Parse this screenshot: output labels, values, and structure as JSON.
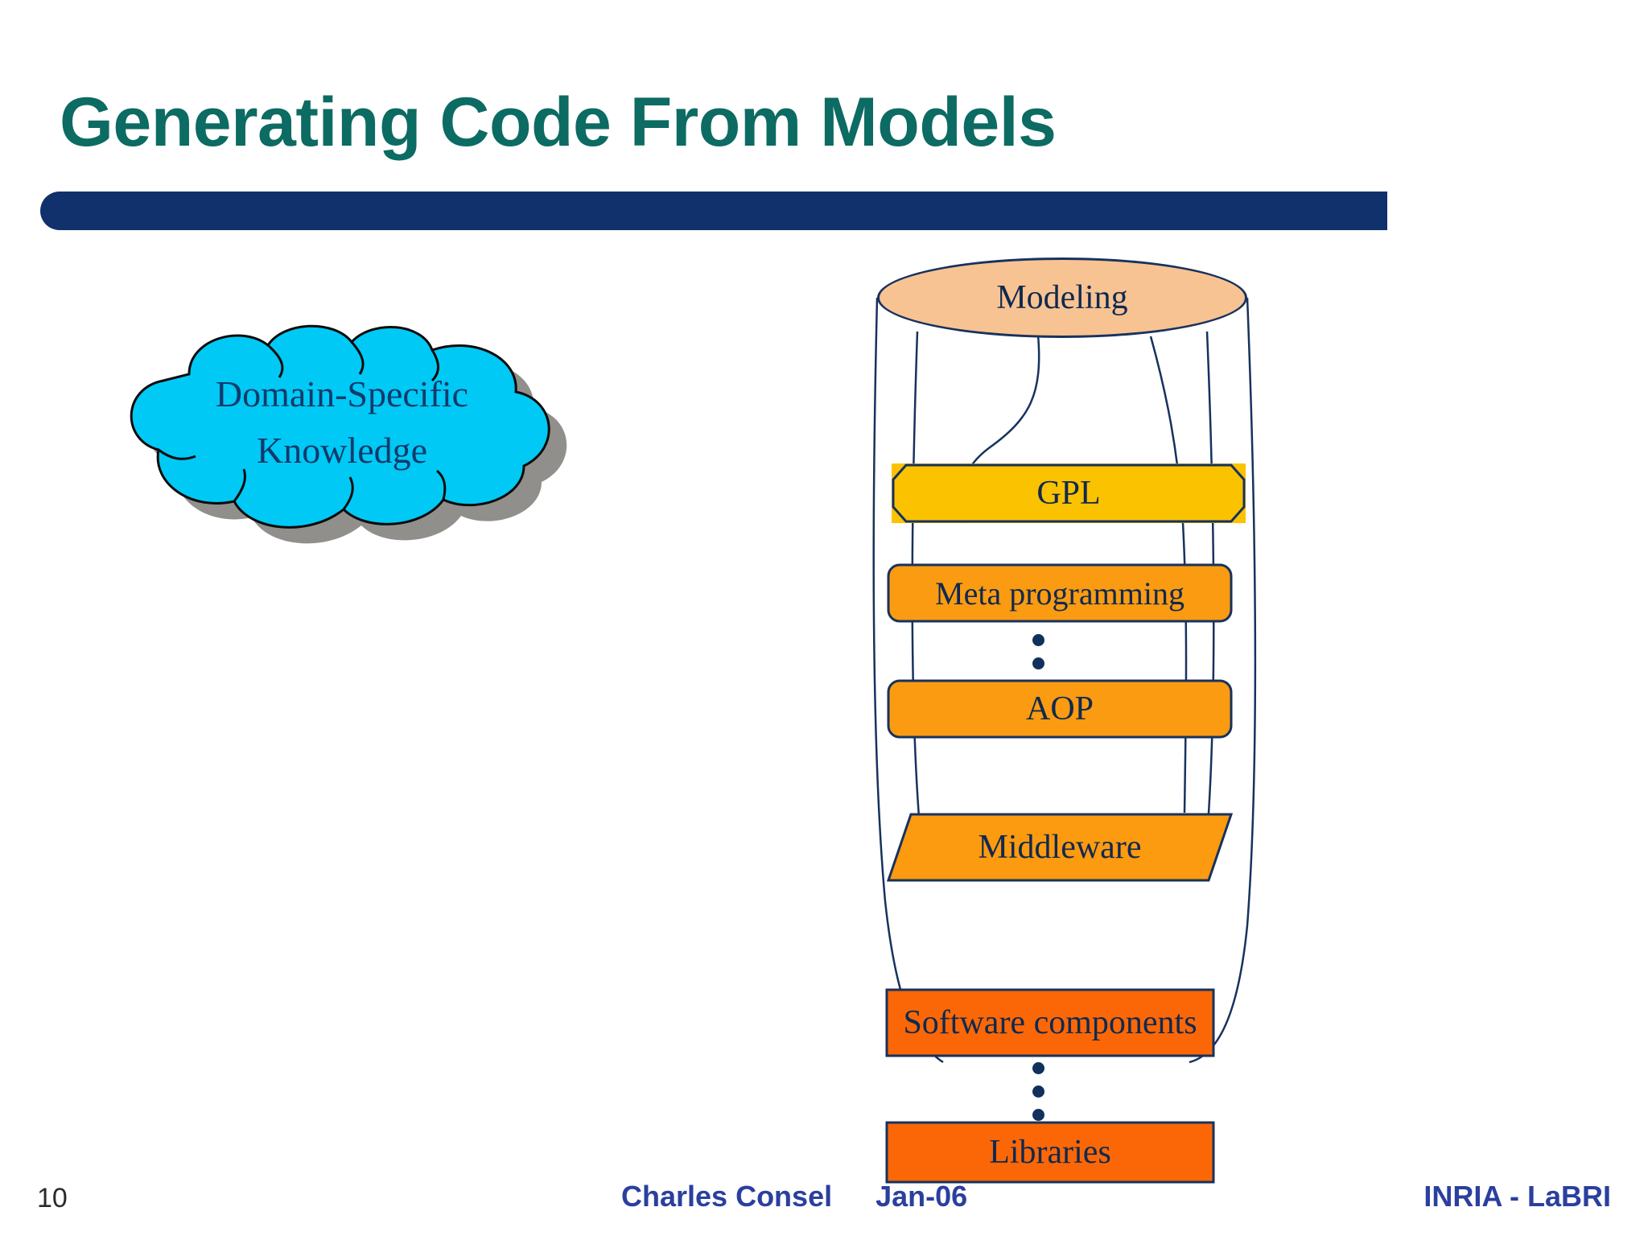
{
  "slide": {
    "title": "Generating Code From Models",
    "page_number": "10",
    "accent_teal": "#0C6B62",
    "accent_navy": "#10316B"
  },
  "cloud": {
    "line1": "Domain-Specific",
    "line2": "Knowledge",
    "fill": "#00C9F5",
    "shadow": "#908F8B",
    "text_color": "#123A6B"
  },
  "diagram": {
    "cylinder_label": "Modeling",
    "cylinder_fill": "#F8C392",
    "outline": "#17325E",
    "layers": [
      {
        "label": "GPL",
        "shape": "octagon",
        "fill": "#FBC200"
      },
      {
        "label": "Meta programming",
        "shape": "rounded-rect",
        "fill": "#FA9B12"
      },
      {
        "label": "AOP",
        "shape": "rounded-rect",
        "fill": "#FA9B12"
      },
      {
        "label": "Middleware",
        "shape": "parallelogram",
        "fill": "#FC9A10"
      },
      {
        "label": "Software components",
        "shape": "rect",
        "fill": "#FB6707"
      },
      {
        "label": "Libraries",
        "shape": "rect",
        "fill": "#FB6707"
      }
    ],
    "ellipsis_symbol": "vertical-three-dots"
  },
  "footer": {
    "author": "Charles Consel",
    "date": "Jan-06",
    "affiliation": "INRIA - LaBRI",
    "text_color": "#2B3F9E"
  }
}
